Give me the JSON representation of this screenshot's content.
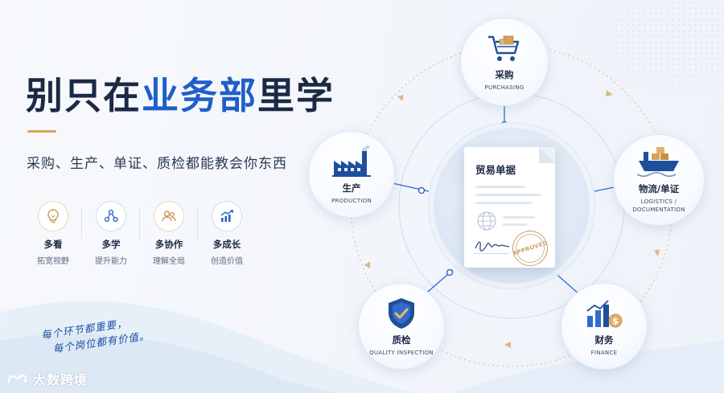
{
  "headline": {
    "part1": "别只在",
    "part2": "业务部",
    "part3": "里学"
  },
  "subtitle": "采购、生产、单证、质检都能教会你东西",
  "benefits": [
    {
      "icon": "lightbulb-icon",
      "title": "多看",
      "desc": "拓宽视野"
    },
    {
      "icon": "share-nodes-icon",
      "title": "多学",
      "desc": "提升能力"
    },
    {
      "icon": "users-icon",
      "title": "多协作",
      "desc": "理解全局"
    },
    {
      "icon": "growth-chart-icon",
      "title": "多成长",
      "desc": "创造价值"
    }
  ],
  "handwriting": {
    "line1": "每个环节都重要，",
    "line2": "每个岗位都有价值。"
  },
  "brand": "大数跨境",
  "center_document": {
    "title": "贸易单据",
    "stamp": "APPROVED"
  },
  "nodes": {
    "purchasing": {
      "cn": "采购",
      "en": "PURCHASING",
      "icon": "shopping-cart-icon"
    },
    "production": {
      "cn": "生产",
      "en": "PRODUCTION",
      "icon": "factory-icon"
    },
    "logistics": {
      "cn": "物流/单证",
      "en1": "LOGISTICS /",
      "en2": "DOCUMENTATION",
      "icon": "cargo-ship-icon"
    },
    "quality": {
      "cn": "质检",
      "en": "QUALITY INSPECTION",
      "icon": "shield-check-icon"
    },
    "finance": {
      "cn": "财务",
      "en": "FINANCE",
      "icon": "finance-chart-icon"
    }
  },
  "colors": {
    "primary_blue": "#1f5fc7",
    "dark_navy": "#1b2a44",
    "accent_gold": "#d8a25c",
    "stamp_gold": "#c9a06a"
  }
}
